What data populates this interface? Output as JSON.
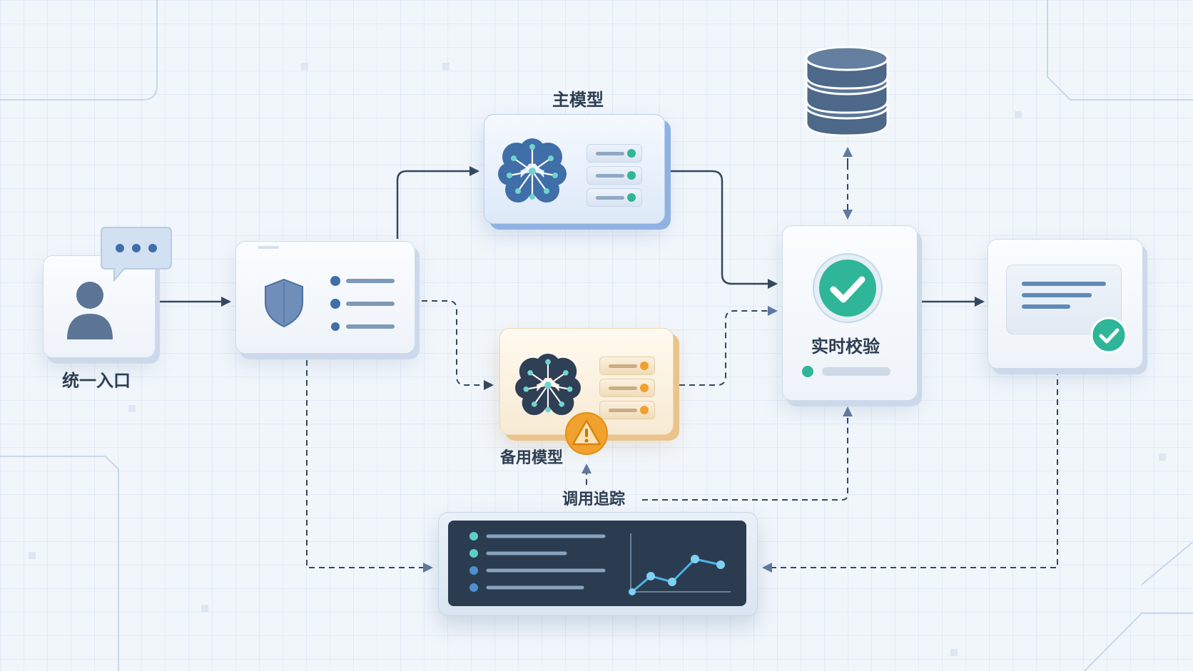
{
  "nodes": {
    "entry": {
      "label": "统一入口"
    },
    "primary_model": {
      "label": "主模型"
    },
    "backup_model": {
      "label": "备用模型"
    },
    "validation": {
      "label": "实时校验"
    },
    "tracing": {
      "label": "调用追踪"
    }
  },
  "icons": {
    "user": "user-icon",
    "chat": "chat-bubble-icon",
    "shield": "shield-icon",
    "brain": "brain-icon",
    "warning": "warning-icon",
    "check": "check-circle-icon",
    "database": "database-icon",
    "document": "document-icon",
    "chart": "line-chart-icon"
  },
  "colors": {
    "line": "#33475e",
    "primary": "#4a7fc9",
    "warning": "#f0a12e",
    "success": "#2fb598",
    "dark_panel": "#2b3c50"
  }
}
